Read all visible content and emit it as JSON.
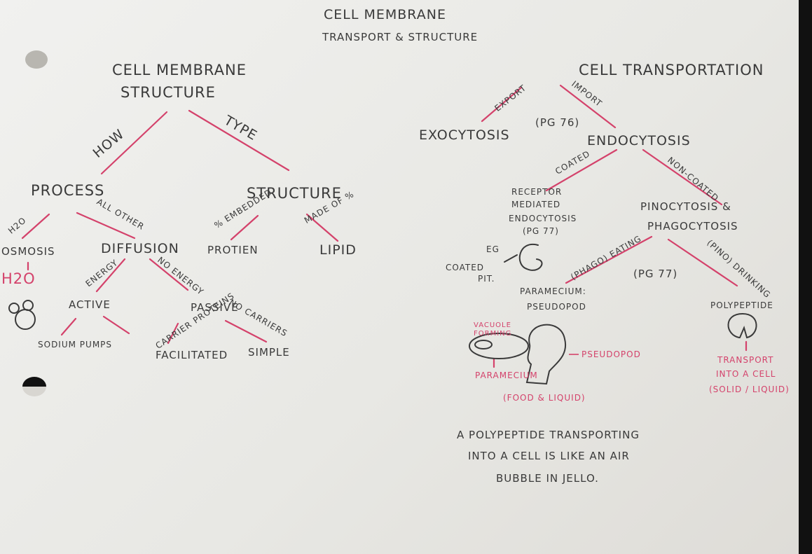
{
  "page": {
    "title_line1": "Cell membrane",
    "title_line2": "Transport & Structure"
  },
  "structure": {
    "heading_line1": "Cell membrane",
    "heading_line2": "Structure",
    "branch_how": "How",
    "branch_type": "Type",
    "process": "Process",
    "h2o_label": "H2O",
    "all_other_label": "All other",
    "osmosis": "Osmosis",
    "h2o_big": "H2O",
    "diffusion": "Diffusion",
    "energy_label": "Energy",
    "no_energy_label": "No energy",
    "active": "Active",
    "passive": "Passive",
    "sodium_pumps": "Sodium pumps",
    "carrier_proteins": "Carrier proteins",
    "no_carriers": "No carriers",
    "facilitated": "Facilitated",
    "simple": "Simple",
    "structure_node": "Structure",
    "pct_embedded": "% embedded",
    "pct_made_of": "made of %",
    "protien": "Protien",
    "lipid": "Lipid"
  },
  "transport": {
    "heading": "Cell transportation",
    "export_label": "Export",
    "import_label": "Import",
    "exocytosis": "Exocytosis",
    "page_ref_76": "(Pg 76)",
    "endocytosis": "Endocytosis",
    "coated_label": "Coated",
    "non_coated_label": "Non-coated",
    "receptor_line1": "Receptor",
    "receptor_line2": "mediated",
    "receptor_line3": "endocytosis",
    "receptor_line4": "(Pg 77)",
    "pino_line1": "Pinocytosis &",
    "pino_line2": "Phagocytosis",
    "eg_label": "Eg",
    "coated_pit_line1": "Coated",
    "coated_pit_line2": "pit.",
    "phago_eating": "(Phago) eating",
    "pino_drinking": "(Pino) drinking",
    "page_ref_77": "(Pg 77)",
    "paramecium_line1": "Paramecium:",
    "paramecium_line2": "Pseudopod",
    "polypeptide": "Polypeptide",
    "vacuole_line1": "Vacuole",
    "vacuole_line2": "forming",
    "pseudopod_red": "Pseudopod",
    "paramecium_red": "Paramecium",
    "food_label": "(Food & Liquid)",
    "transport_line1": "Transport",
    "transport_line2": "into a cell",
    "solid_liquid": "(Solid / liquid)"
  },
  "note": {
    "line1": "A polypeptide transporting",
    "line2": "into a cell is like an air",
    "line3": "bubble in jello."
  },
  "colors": {
    "pencil": "#3a3a3a",
    "red_pen": "#d4426b",
    "paper": "#ecebe8"
  }
}
